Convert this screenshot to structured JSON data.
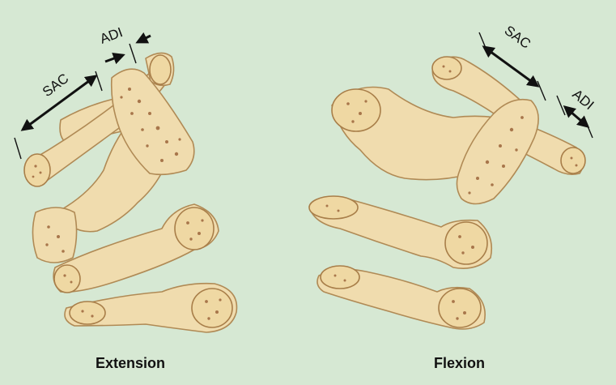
{
  "colors": {
    "background": "#d6e8d3",
    "bone": "#f0dcae",
    "bone_outline": "#b08a55",
    "pores": "#a8764b",
    "arrows": "#111111"
  },
  "extension": {
    "caption": "Extension",
    "sac_label": "SAC",
    "adi_label": "ADI"
  },
  "flexion": {
    "caption": "Flexion",
    "sac_label": "SAC",
    "adi_label": "ADI"
  }
}
